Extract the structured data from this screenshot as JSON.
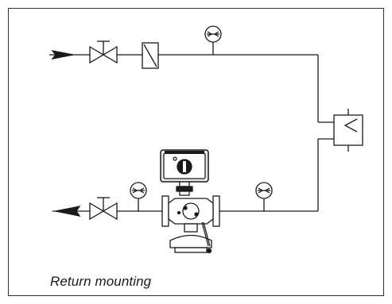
{
  "diagram": {
    "caption": "Return mounting",
    "colors": {
      "line": "#1a1a1a",
      "fill_dark": "#1a1a1a",
      "fill_light": "#ffffff",
      "fill_grey": "#dcdcdc",
      "border": "#333333"
    },
    "components": [
      "supply-flow-arrow",
      "supply-shutoff-valve",
      "strainer",
      "supply-pressure-gauge",
      "heat-exchanger",
      "return-pressure-gauge-right",
      "control-valve-with-actuator",
      "return-pressure-gauge-left",
      "return-shutoff-valve",
      "return-flow-arrow"
    ]
  }
}
